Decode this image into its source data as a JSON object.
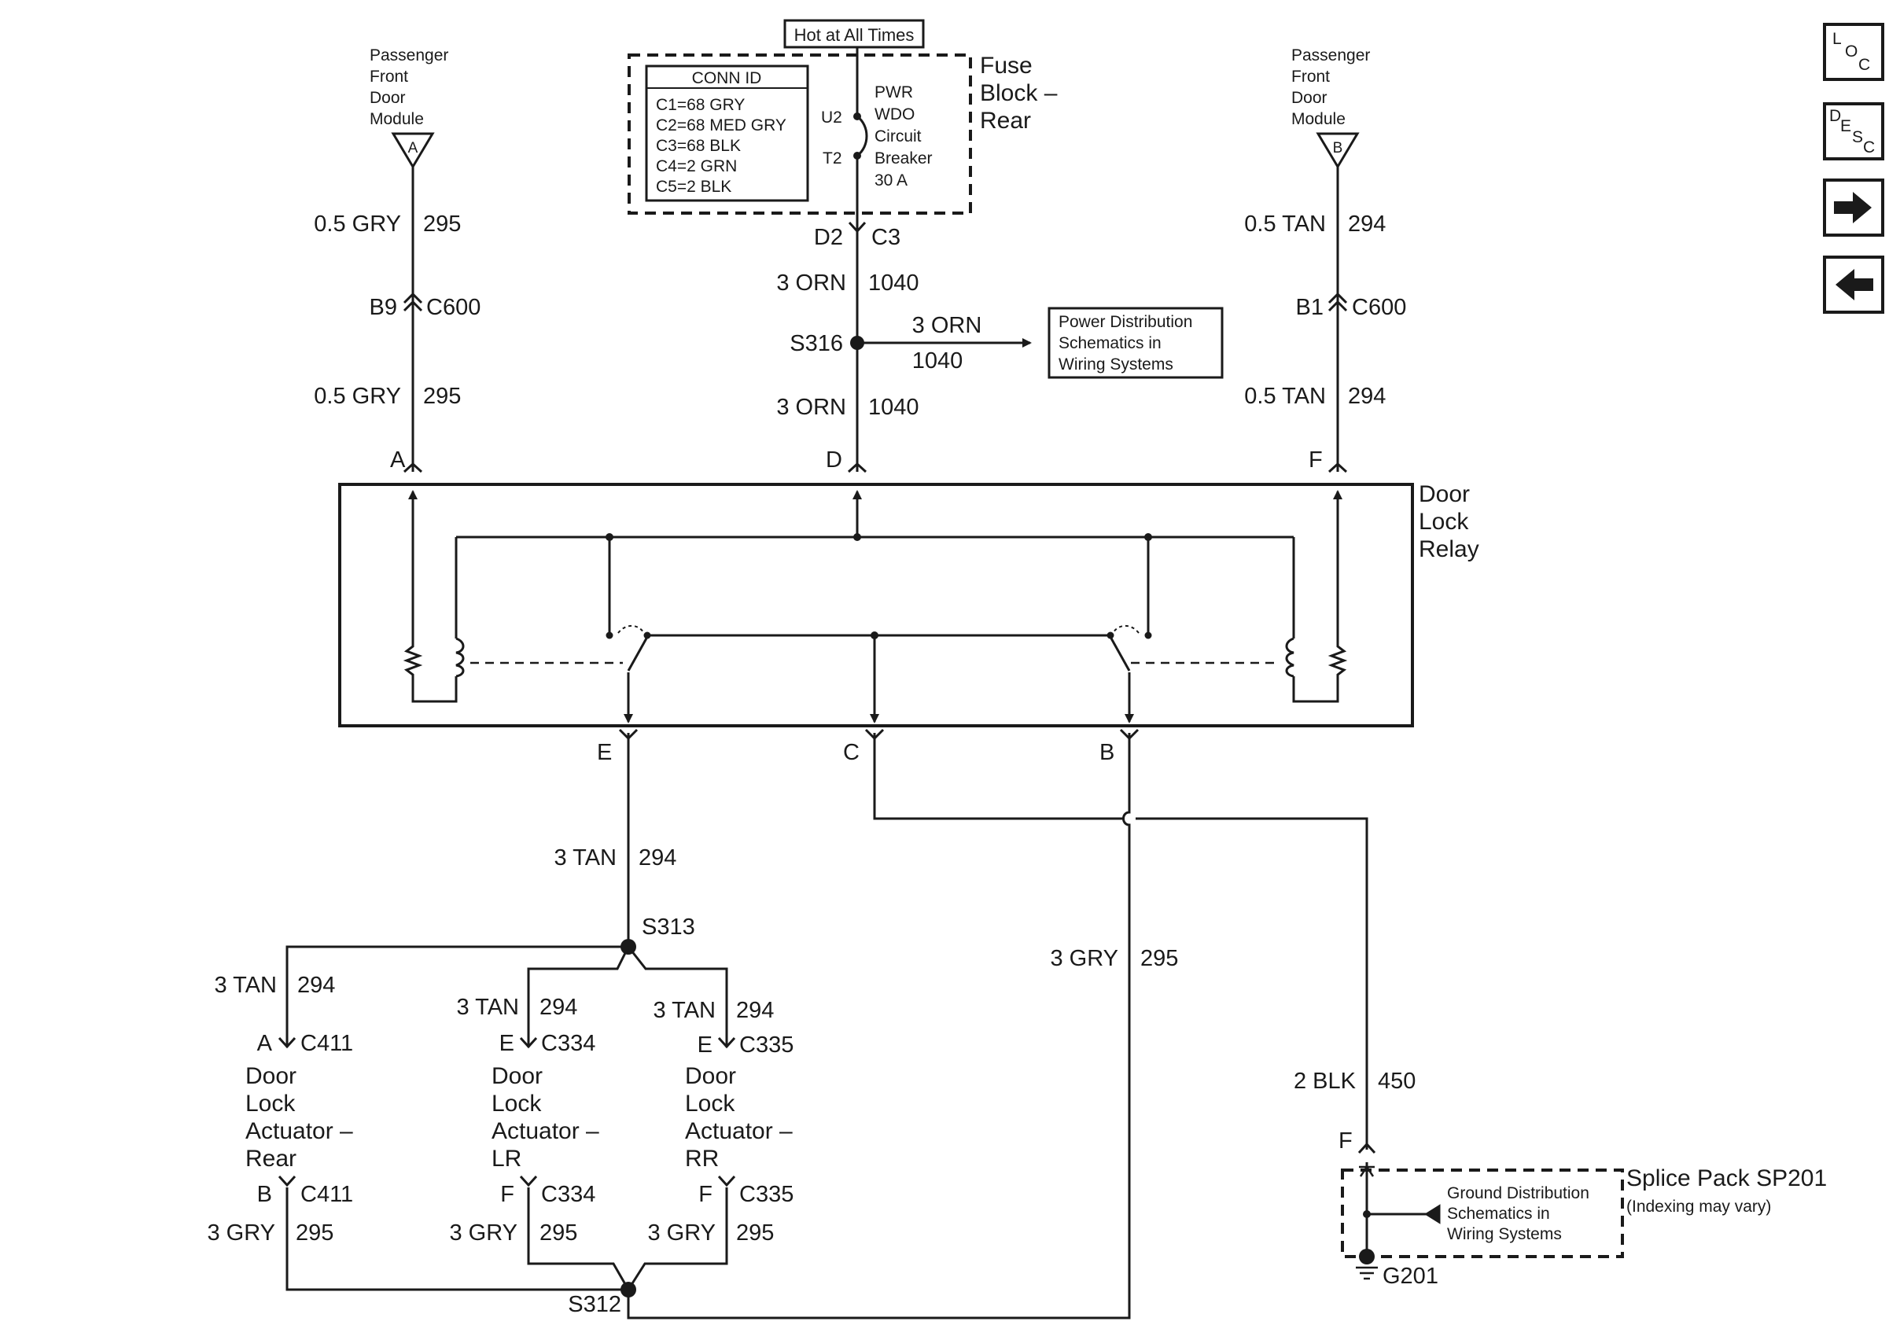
{
  "top_box": {
    "label": "Hot at All Times"
  },
  "conn_id": {
    "title": "CONN ID",
    "rows": [
      "C1=68 GRY",
      "C2=68 MED GRY",
      "C3=68 BLK",
      "C4=2 GRN",
      "C5=2 BLK"
    ]
  },
  "fuse_block": {
    "title_lines": [
      "Fuse",
      "Block –",
      "Rear"
    ],
    "breaker_lines": [
      "PWR",
      "WDO",
      "Circuit",
      "Breaker",
      "30 A"
    ],
    "pin_upper": "U2",
    "pin_lower": "T2"
  },
  "modules": {
    "left": {
      "lines": [
        "Passenger",
        "Front",
        "Door",
        "Module"
      ],
      "badge": "A"
    },
    "right": {
      "lines": [
        "Passenger",
        "Front",
        "Door",
        "Module"
      ],
      "badge": "B"
    }
  },
  "wires": {
    "left_upper": {
      "gauge": "0.5 GRY",
      "circuit": "295"
    },
    "left_lower": {
      "gauge": "0.5 GRY",
      "circuit": "295"
    },
    "right_upper": {
      "gauge": "0.5 TAN",
      "circuit": "294"
    },
    "right_lower": {
      "gauge": "0.5 TAN",
      "circuit": "294"
    },
    "center_upper": {
      "gauge": "3 ORN",
      "circuit": "1040"
    },
    "center_lower": {
      "gauge": "3 ORN",
      "circuit": "1040"
    },
    "branch": {
      "gauge": "3 ORN",
      "circuit": "1040"
    },
    "e_out": {
      "gauge": "3 TAN",
      "circuit": "294"
    },
    "b_out": {
      "gauge": "3 GRY",
      "circuit": "295"
    },
    "ground": {
      "gauge": "2 BLK",
      "circuit": "450"
    },
    "act_rear_tan": {
      "gauge": "3 TAN",
      "circuit": "294"
    },
    "act_lr_tan": {
      "gauge": "3 TAN",
      "circuit": "294"
    },
    "act_rr_tan": {
      "gauge": "3 TAN",
      "circuit": "294"
    },
    "act_rear_gry": {
      "gauge": "3 GRY",
      "circuit": "295"
    },
    "act_lr_gry": {
      "gauge": "3 GRY",
      "circuit": "295"
    },
    "act_rr_gry": {
      "gauge": "3 GRY",
      "circuit": "295"
    }
  },
  "connectors": {
    "fuse_out": {
      "pin": "D2",
      "conn": "C3"
    },
    "left_c600": {
      "pin": "B9",
      "conn": "C600"
    },
    "right_c600": {
      "pin": "B1",
      "conn": "C600"
    },
    "rear_top": {
      "pin": "A",
      "conn": "C411"
    },
    "rear_bottom": {
      "pin": "B",
      "conn": "C411"
    },
    "lr_top": {
      "pin": "E",
      "conn": "C334"
    },
    "lr_bottom": {
      "pin": "F",
      "conn": "C334"
    },
    "rr_top": {
      "pin": "E",
      "conn": "C335"
    },
    "rr_bottom": {
      "pin": "F",
      "conn": "C335"
    }
  },
  "relay": {
    "title_lines": [
      "Door",
      "Lock",
      "Relay"
    ],
    "pins": {
      "a": "A",
      "d": "D",
      "f": "F",
      "e": "E",
      "c": "C",
      "b": "B"
    }
  },
  "splices": {
    "s316": "S316",
    "s313": "S313",
    "s312": "S312"
  },
  "power_ref": {
    "lines": [
      "Power Distribution",
      "Schematics in",
      "Wiring Systems"
    ]
  },
  "actuators": {
    "rear": [
      "Door",
      "Lock",
      "Actuator –",
      "Rear"
    ],
    "lr": [
      "Door",
      "Lock",
      "Actuator –",
      "LR"
    ],
    "rr": [
      "Door",
      "Lock",
      "Actuator –",
      "RR"
    ]
  },
  "splice_pack": {
    "title": "Splice Pack SP201",
    "note": "(Indexing may vary)",
    "pin": "F",
    "ref_lines": [
      "Ground Distribution",
      "Schematics in",
      "Wiring Systems"
    ],
    "ground": "G201"
  },
  "nav": {
    "loc": {
      "letters": [
        "L",
        "O",
        "C"
      ],
      "icon": "loc-icon"
    },
    "desc": {
      "letters": [
        "D",
        "E",
        "S",
        "C"
      ],
      "icon": "desc-icon"
    },
    "next": {
      "icon": "arrow-right-icon"
    },
    "prev": {
      "icon": "arrow-left-icon"
    }
  }
}
